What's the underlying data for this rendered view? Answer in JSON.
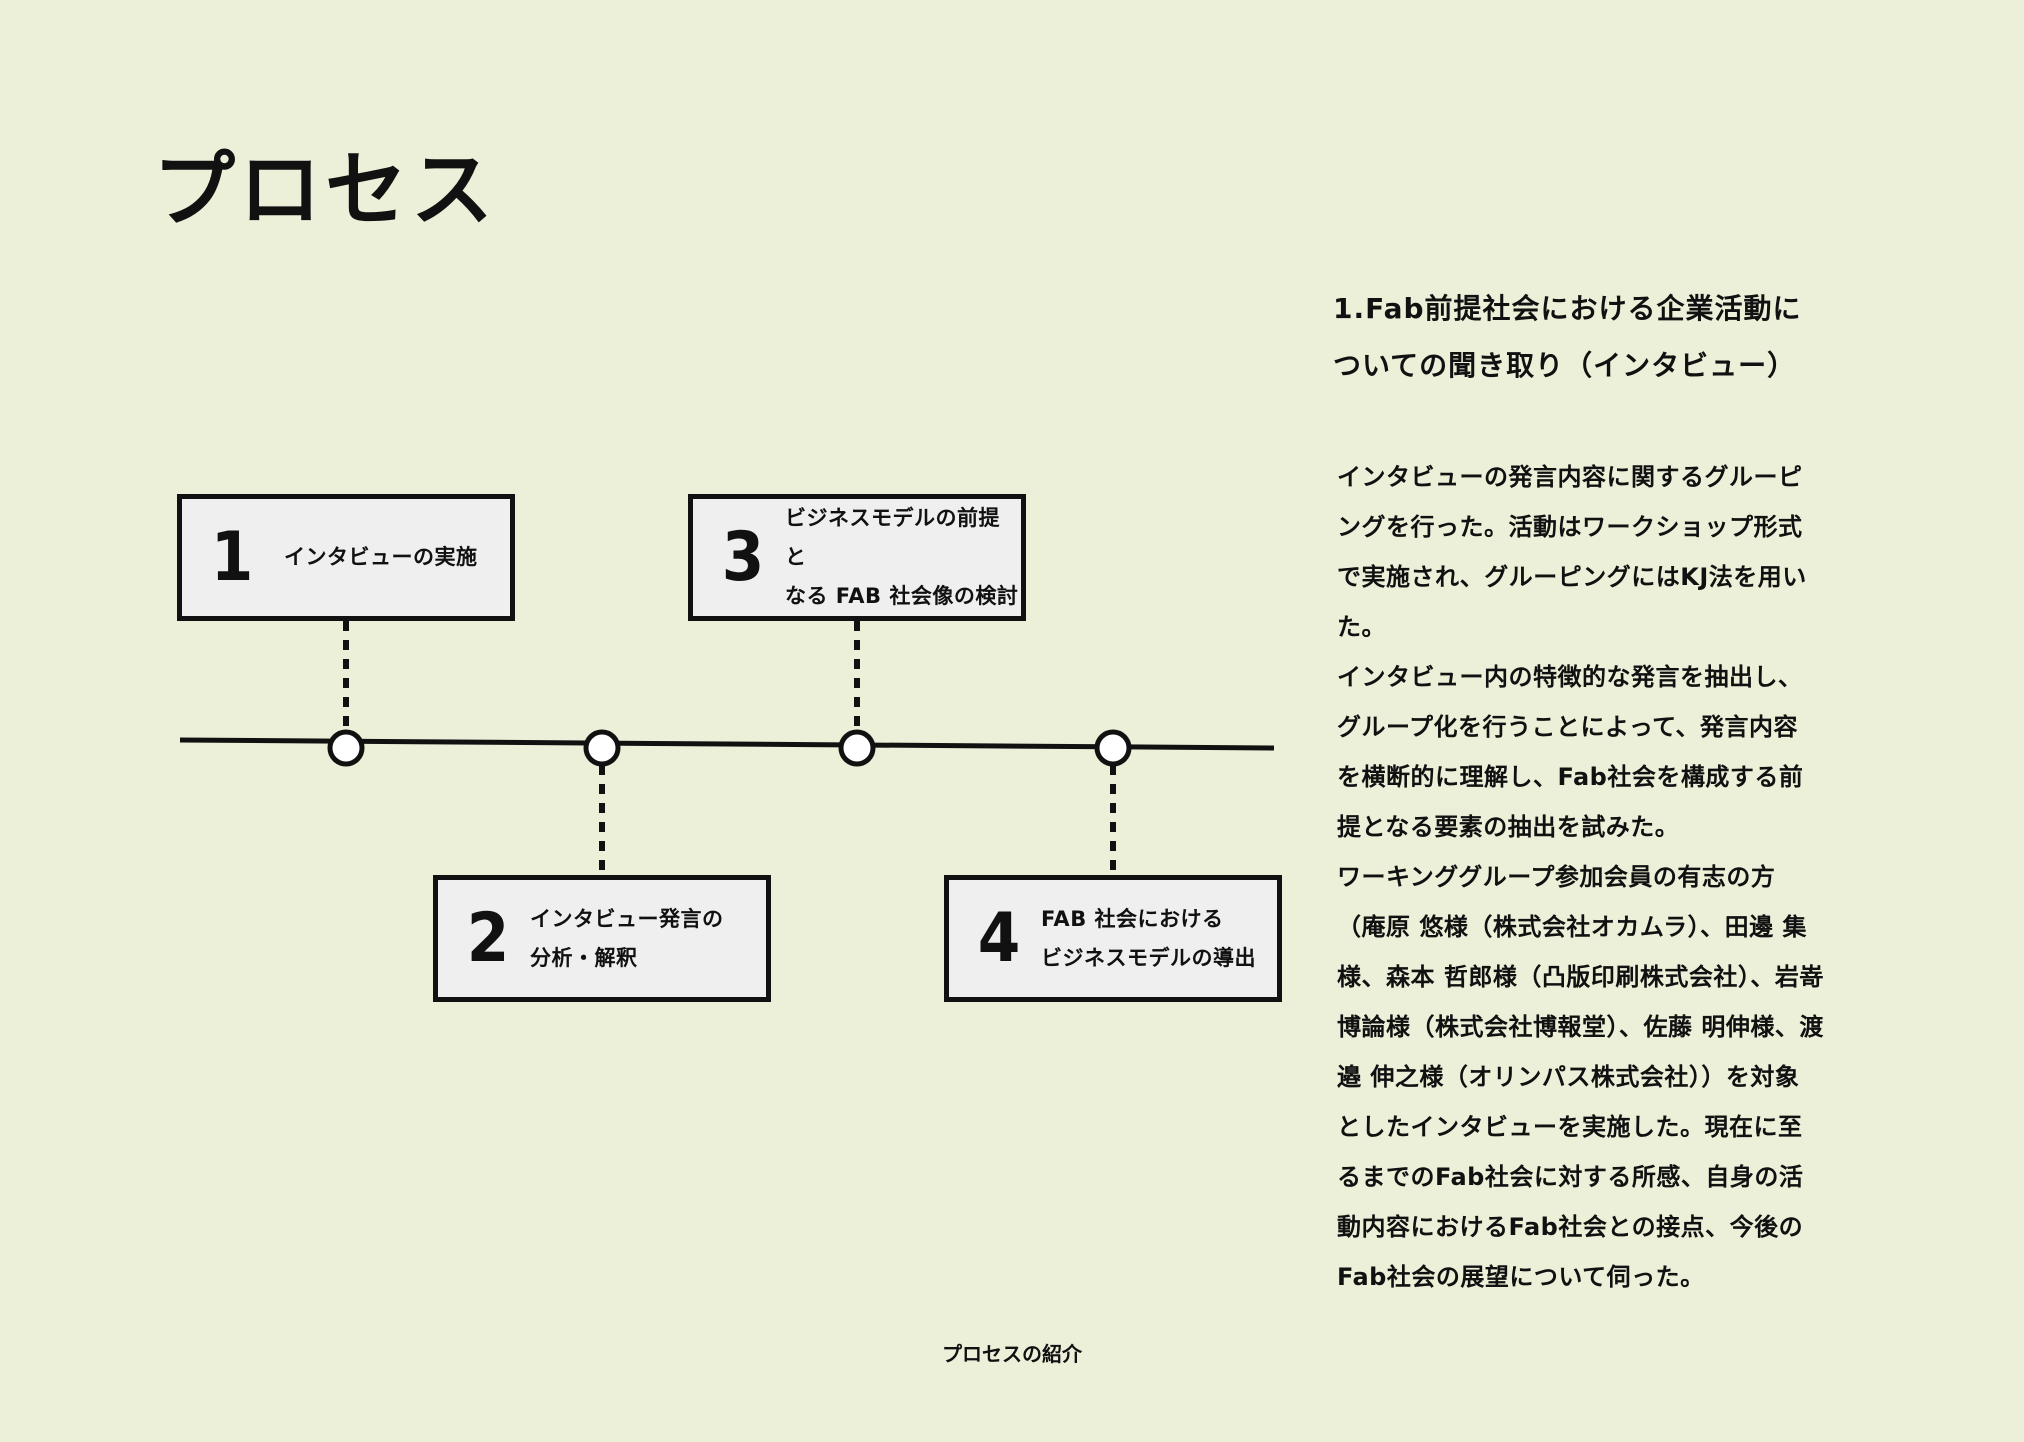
{
  "page": {
    "title": "プロセス",
    "caption": "プロセスの紹介"
  },
  "diagram": {
    "steps": [
      {
        "number": "1",
        "text": "インタビューの実施"
      },
      {
        "number": "2",
        "text": "インタビュー発言の\n分析・解釈"
      },
      {
        "number": "3",
        "text": "ビジネスモデルの前提と\nなる FAB 社会像の検討"
      },
      {
        "number": "4",
        "text": "FAB 社会における\nビジネスモデルの導出"
      }
    ]
  },
  "side": {
    "heading": "1.Fab前提社会における企業活動に\nついての聞き取り（インタビュー）",
    "body": "インタビューの発言内容に関するグルーピ\nングを行った。活動はワークショップ形式\nで実施され、グルーピングにはKJ法を用い\nた。\nインタビュー内の特徴的な発言を抽出し、\nグループ化を行うことによって、発言内容\nを横断的に理解し、Fab社会を構成する前\n提となる要素の抽出を試みた。\nワーキンググループ参加会員の有志の方\n（庵原 悠様（株式会社オカムラ）、田邊 集\n様、森本 哲郎様（凸版印刷株式会社）、岩嵜\n博論様（株式会社博報堂）、佐藤 明伸様、渡\n邉 伸之様（オリンパス株式会社））を対象\nとしたインタビューを実施した。現在に至\nるまでのFab社会に対する所感、自身の活\n動内容におけるFab社会との接点、今後の\nFab社会の展望について伺った。"
  },
  "colors": {
    "background": "#ecf0d9",
    "box_fill": "#efefef",
    "ink": "#111111"
  }
}
